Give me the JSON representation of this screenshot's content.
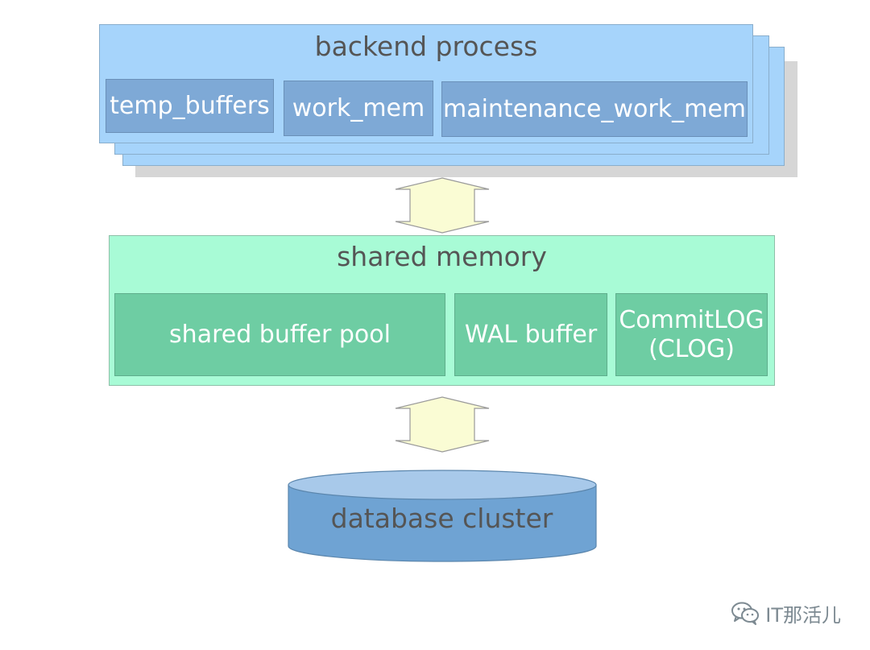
{
  "backend_process": {
    "title": "backend process",
    "items": [
      "temp_buffers",
      "work_mem",
      "maintenance_work_mem"
    ]
  },
  "shared_memory": {
    "title": "shared memory",
    "items": [
      "shared buffer pool",
      "WAL buffer"
    ],
    "clog_line1": "CommitLOG",
    "clog_line2": "(CLOG)"
  },
  "database": {
    "label": "database cluster"
  },
  "watermark": {
    "text": "IT那活儿",
    "icon": "wechat-icon"
  },
  "colors": {
    "backend_bg": "#a6d4fb",
    "backend_item": "#7ea9d6",
    "shared_bg": "#a8fbd6",
    "shared_item": "#6ecda3",
    "arrow_fill": "#fafcd4",
    "db_body": "#6fa3d3",
    "db_top": "#a8c9ea"
  }
}
